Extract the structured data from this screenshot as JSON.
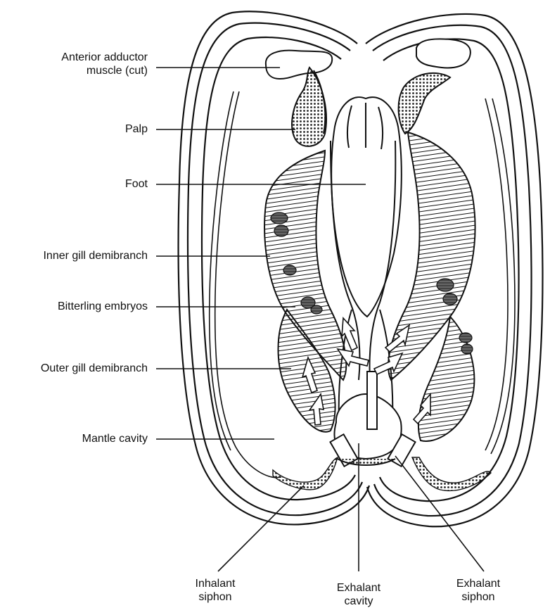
{
  "labels": {
    "anterior_adductor": "Anterior adductor\nmuscle (cut)",
    "palp": "Palp",
    "foot": "Foot",
    "inner_gill": "Inner gill demibranch",
    "bitterling": "Bitterling embryos",
    "outer_gill": "Outer gill demibranch",
    "mantle_cavity": "Mantle cavity",
    "inhalant_siphon": "Inhalant\nsiphon",
    "exhalant_cavity": "Exhalant\ncavity",
    "exhalant_siphon": "Exhalant\nsiphon"
  },
  "colors": {
    "ink": "#111111",
    "background": "#ffffff",
    "embryo": "#555555"
  }
}
